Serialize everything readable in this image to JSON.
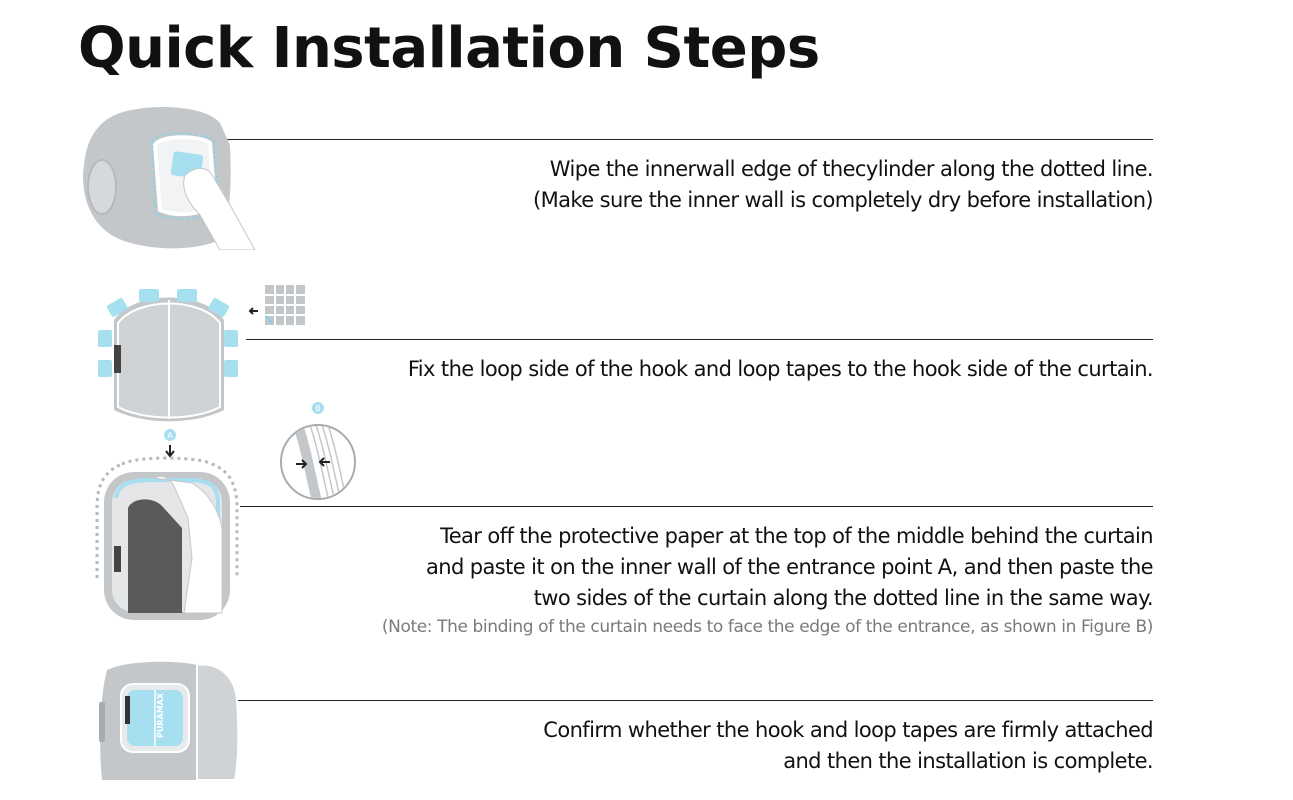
{
  "page": {
    "title": "Quick Installation Steps"
  },
  "steps": [
    {
      "lines": [
        "Wipe the innerwall edge of thecylinder along the dotted line.",
        "(Make sure the inner wall is completely dry before installation)"
      ]
    },
    {
      "lines": [
        "Fix the loop side of the hook and loop tapes to the hook side of the curtain."
      ]
    },
    {
      "lines": [
        "Tear off the protective paper at the top of the middle behind the curtain",
        "and paste it on the inner wall of the entrance point A, and then paste the",
        "two sides of the curtain along the dotted line in the same way."
      ],
      "note": "(Note: The binding of the curtain needs to face the edge of the entrance, as shown in Figure B)"
    },
    {
      "lines": [
        "Confirm whether the hook and loop tapes are firmly attached",
        "and then the installation is complete."
      ]
    }
  ],
  "figure_labels": {
    "point_a": "A",
    "point_b": "B",
    "brand": "PURAMAX"
  },
  "colors": {
    "device_gray": "#c4c7ca",
    "tape_blue": "#a6dff0",
    "text": "#111111",
    "note": "#7a7a7a"
  }
}
